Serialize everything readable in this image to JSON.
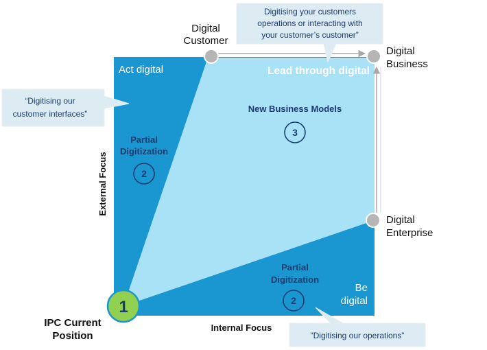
{
  "colors": {
    "dark_blue": "#1a96d0",
    "light_blue": "#a9e2f7",
    "navy_text": "#1a3c6e",
    "node_gray": "#b5b5b5",
    "start_green": "#92d050",
    "callout_fill": "#dcecf2",
    "arrow_gray": "#b0b0b0"
  },
  "quadrants": {
    "top_left": {
      "label": "Act digital"
    },
    "top_right": {
      "label": "Lead through digital"
    },
    "bottom_right": {
      "label_line1": "Be",
      "label_line2": "digital"
    }
  },
  "zones": {
    "left": {
      "title_line1": "Partial",
      "title_line2": "Digitization",
      "number": "2"
    },
    "center": {
      "title": "New Business Models",
      "number": "3"
    },
    "bottom": {
      "title_line1": "Partial",
      "title_line2": "Digitization",
      "number": "2"
    }
  },
  "nodes": {
    "digital_customer": {
      "line1": "Digital",
      "line2": "Customer"
    },
    "digital_business": {
      "line1": "Digital",
      "line2": "Business"
    },
    "digital_enterprise": {
      "line1": "Digital",
      "line2": "Enterprise"
    },
    "ipc_current": {
      "number": "1",
      "line1": "IPC Current",
      "line2": "Position"
    }
  },
  "axes": {
    "y_label": "External Focus",
    "x_label": "Internal Focus"
  },
  "callouts": {
    "top": {
      "line1": "Digitising your customers",
      "line2": "operations or interacting with",
      "line3": "your customer’s customer”"
    },
    "left": {
      "line1": "“Digitising our",
      "line2": "customer interfaces”"
    },
    "bottom": {
      "line1": "“Digitising our operations”"
    }
  }
}
